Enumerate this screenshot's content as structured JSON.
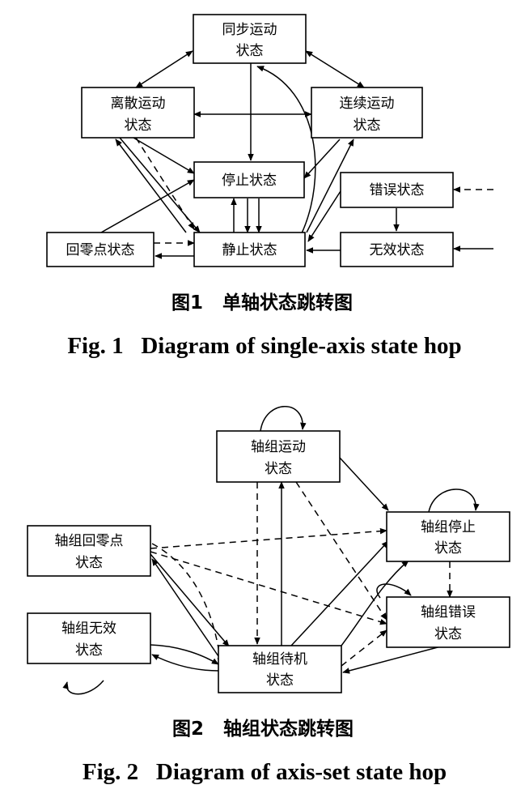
{
  "figure1": {
    "states": {
      "sync_motion": [
        "同步运动",
        "状态"
      ],
      "discrete_motion": [
        "离散运动",
        "状态"
      ],
      "continuous_motion": [
        "连续运动",
        "状态"
      ],
      "stop": [
        "停止状态"
      ],
      "error": [
        "错误状态"
      ],
      "homing": [
        "回零点状态"
      ],
      "standstill": [
        "静止状态"
      ],
      "disabled": [
        "无效状态"
      ]
    },
    "caption_cn": "图1   单轴状态跳转图",
    "caption_en": "Fig. 1   Diagram of single-axis state hop"
  },
  "figure2": {
    "states": {
      "group_motion": [
        "轴组运动",
        "状态"
      ],
      "group_homing": [
        "轴组回零点",
        "状态"
      ],
      "group_stop": [
        "轴组停止",
        "状态"
      ],
      "group_disabled": [
        "轴组无效",
        "状态"
      ],
      "group_error": [
        "轴组错误",
        "状态"
      ],
      "group_standby": [
        "轴组待机",
        "状态"
      ]
    },
    "caption_cn": "图2   轴组状态跳转图",
    "caption_en": "Fig. 2   Diagram of axis-set state hop"
  }
}
